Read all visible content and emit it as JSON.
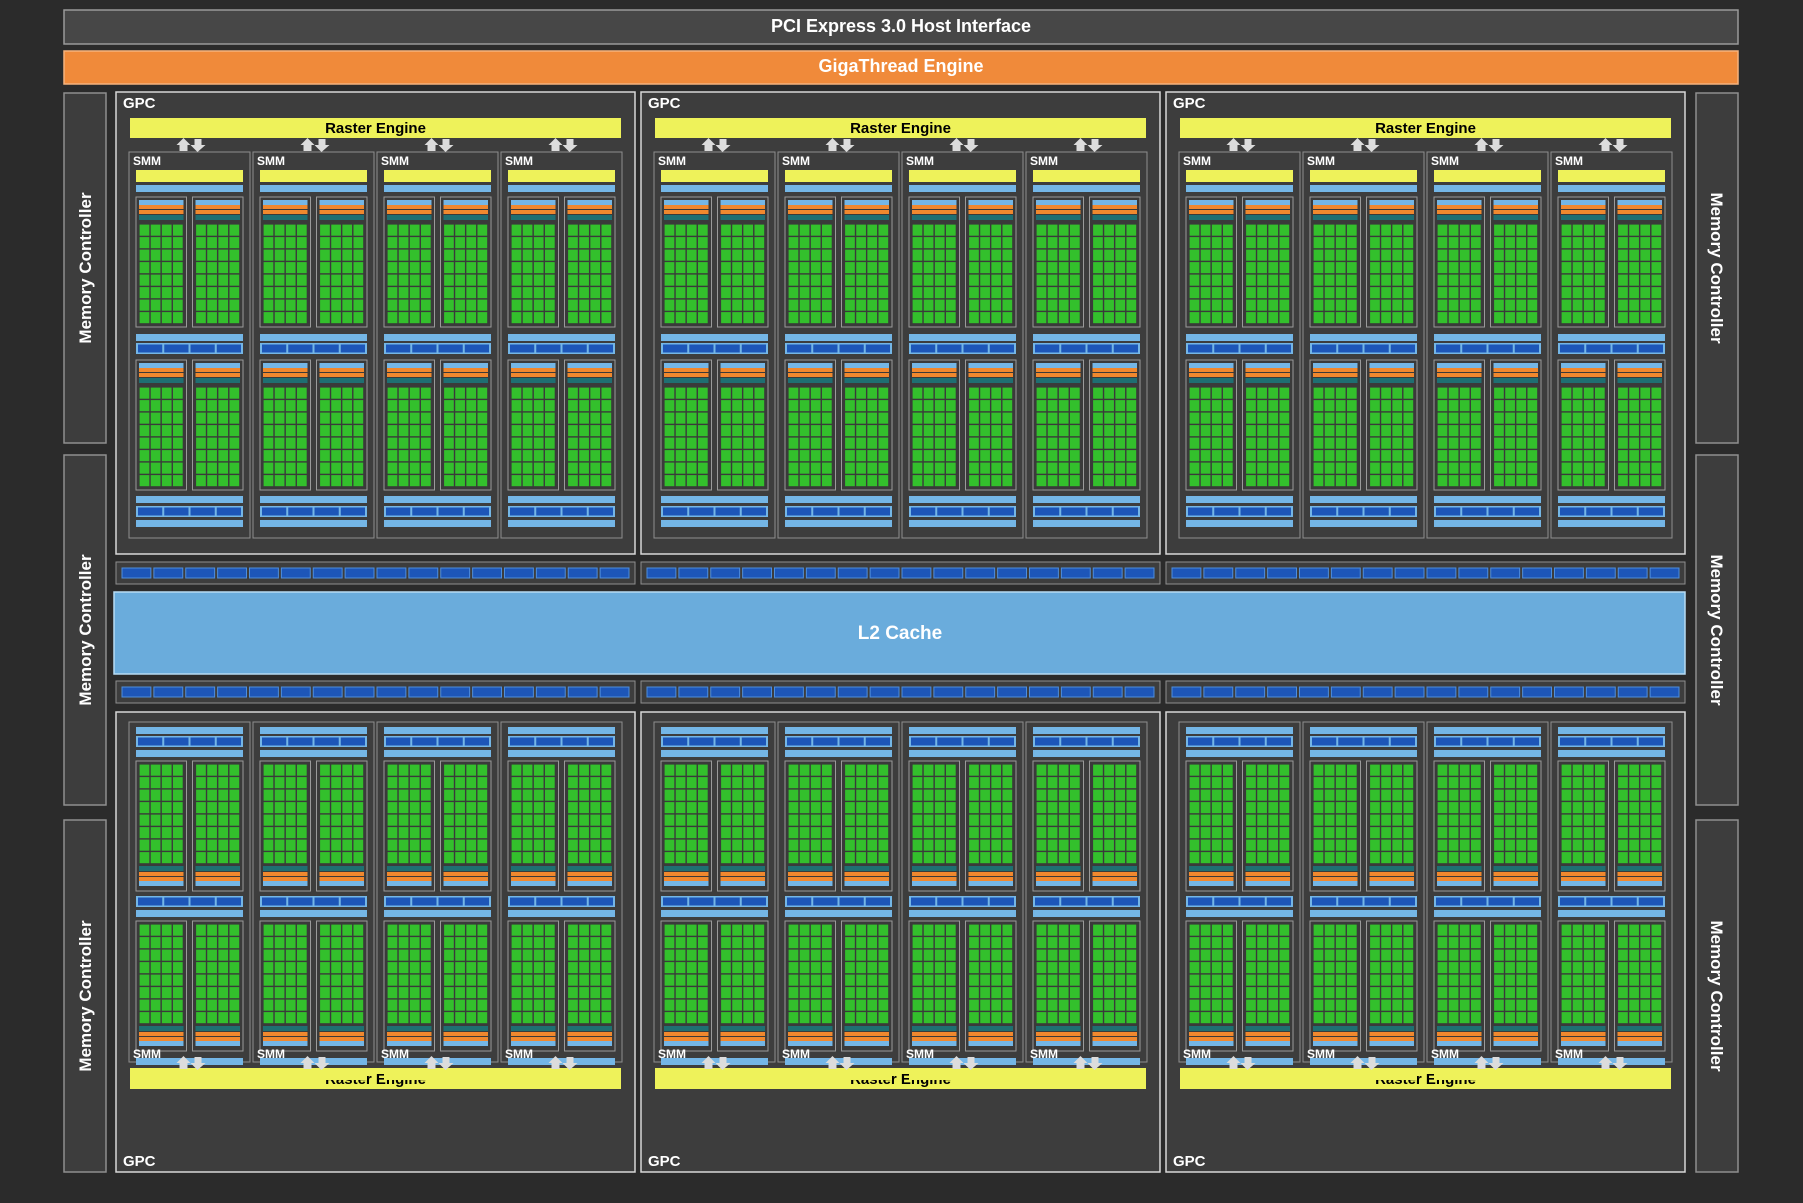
{
  "pcie": {
    "label": "PCI Express 3.0 Host Interface"
  },
  "gigathread": {
    "label": "GigaThread Engine"
  },
  "l2": {
    "label": "L2 Cache"
  },
  "memory_controller": {
    "label": "Memory Controller"
  },
  "gpc": {
    "label": "GPC",
    "raster_label": "Raster Engine",
    "smm_label": "SMM",
    "count": 6,
    "smm_per_gpc": 4
  },
  "colors": {
    "background": "#2b2b2b",
    "panel": "#3d3d3d",
    "pcie_bar": "#474747",
    "gigathread": "#f08a3a",
    "raster": "#eef25a",
    "l2": "#6aacdc",
    "light_blue": "#74b6e6",
    "dark_blue": "#1d56b8",
    "orange": "#f0882e",
    "teal": "#1f6f72",
    "core_green": "#33c02c",
    "border_light": "#d8d8d8",
    "text_light": "#ffffff"
  }
}
